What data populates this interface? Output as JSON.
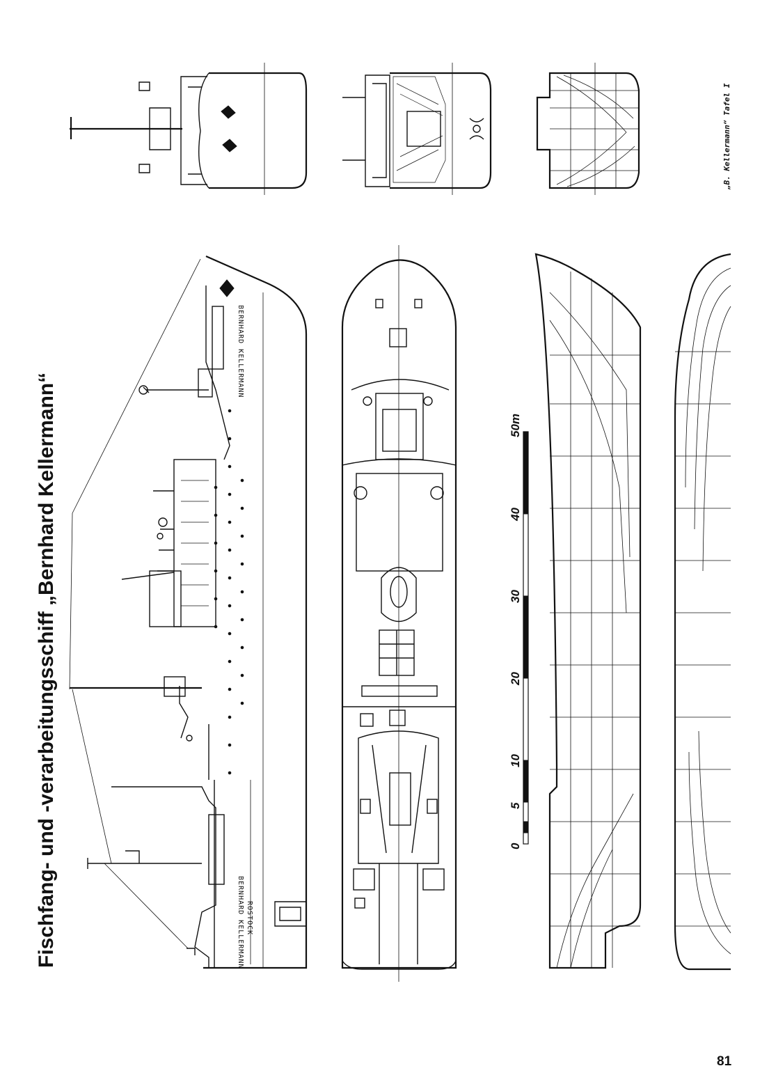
{
  "title": "Fischfang- und -verarbeitungsschiff „Bernhard Kellermann“",
  "hull_labels": {
    "bow": "BERNHARD KELLERMANN",
    "stern_name": "BERNHARD KELLERMANN",
    "stern_port": "ROSTOCK"
  },
  "scale_bar": {
    "unit_label": "50m",
    "ticks": [
      "0",
      "5",
      "10",
      "20",
      "30",
      "40"
    ]
  },
  "plate_label": "„B. Kellermann“ Tafel I",
  "page_number": "81"
}
